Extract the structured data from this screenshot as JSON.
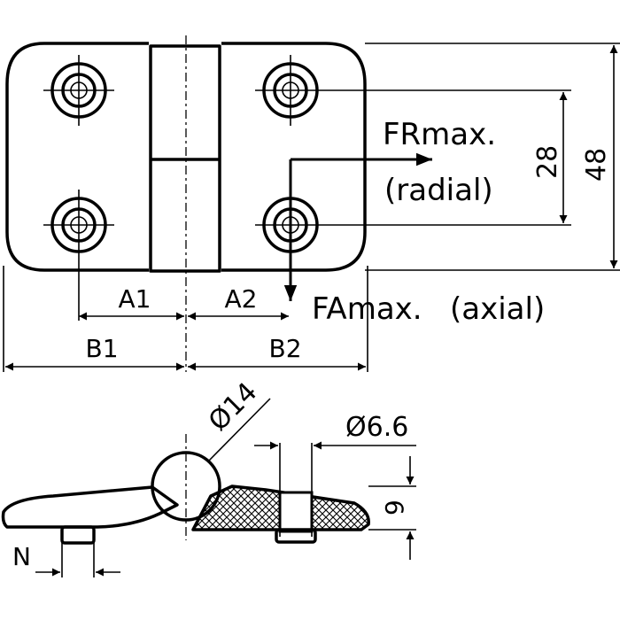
{
  "labels": {
    "fr_max": "FRmax.",
    "fr_radial": "(radial)",
    "fa_max": "FAmax.",
    "fa_axial": "(axial)",
    "dim_28": "28",
    "dim_48": "48",
    "a1": "A1",
    "a2": "A2",
    "b1": "B1",
    "b2": "B2",
    "dia_14": "Ø14",
    "dia_6_6": "Ø6.6",
    "dim_9": "9",
    "n": "N"
  },
  "colors": {
    "ink": "#000000",
    "background": "#ffffff"
  }
}
